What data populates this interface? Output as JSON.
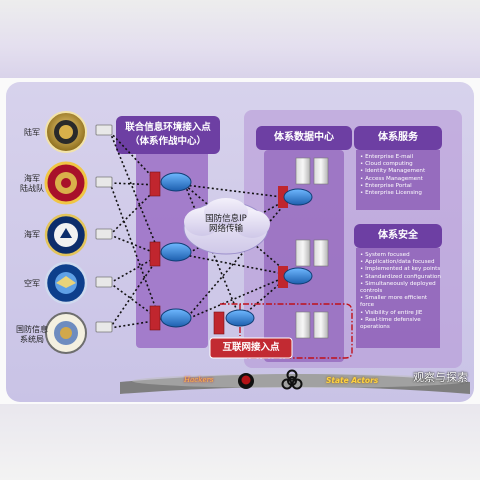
{
  "branches": [
    {
      "label": "陆军",
      "icon": "army-seal-icon"
    },
    {
      "label": "海军\n陆战队",
      "icon": "marine-corps-seal-icon"
    },
    {
      "label": "海军",
      "icon": "navy-seal-icon"
    },
    {
      "label": "空军",
      "icon": "air-force-seal-icon"
    },
    {
      "label": "国防信息\n系统局",
      "icon": "disa-seal-icon"
    }
  ],
  "panels": {
    "access_point_title": "联合信息环境接入点\n（体系作战中心）",
    "data_center_title": "体系数据中心",
    "services_title": "体系服务",
    "security_title": "体系安全",
    "network_cloud": "国防信息IP\n网络传输",
    "internet_access": "互联网接入点"
  },
  "services_items": [
    "Enterprise E-mail",
    "Cloud computing",
    "Identity Management",
    "Access Management",
    "Enterprise Portal",
    "Enterprise Licensing"
  ],
  "security_items": [
    "System focused",
    "Application/data focused",
    "Implemented at key points",
    "Standardized configuration",
    "Simultaneously deployed controls",
    "Smaller more efficient force",
    "Visibility of entire JIE",
    "Real-time defensive operations"
  ],
  "threats_bar": {
    "hackers_label": "Hackers",
    "state_actors_label": "State Actors",
    "icons": [
      "hacker-silhouette-icon",
      "biohazard-icon"
    ]
  },
  "watermark": "观察与探索",
  "colors": {
    "frame": "#cbc5e7",
    "panel": "#8e60b9",
    "panel_title": "#6d3fa3",
    "firewall": "#c0262e",
    "router": "#2a7fd3",
    "internet_box": "#c22a32",
    "dotted_line": "#111111",
    "dashdot_line": "#c0101a"
  }
}
